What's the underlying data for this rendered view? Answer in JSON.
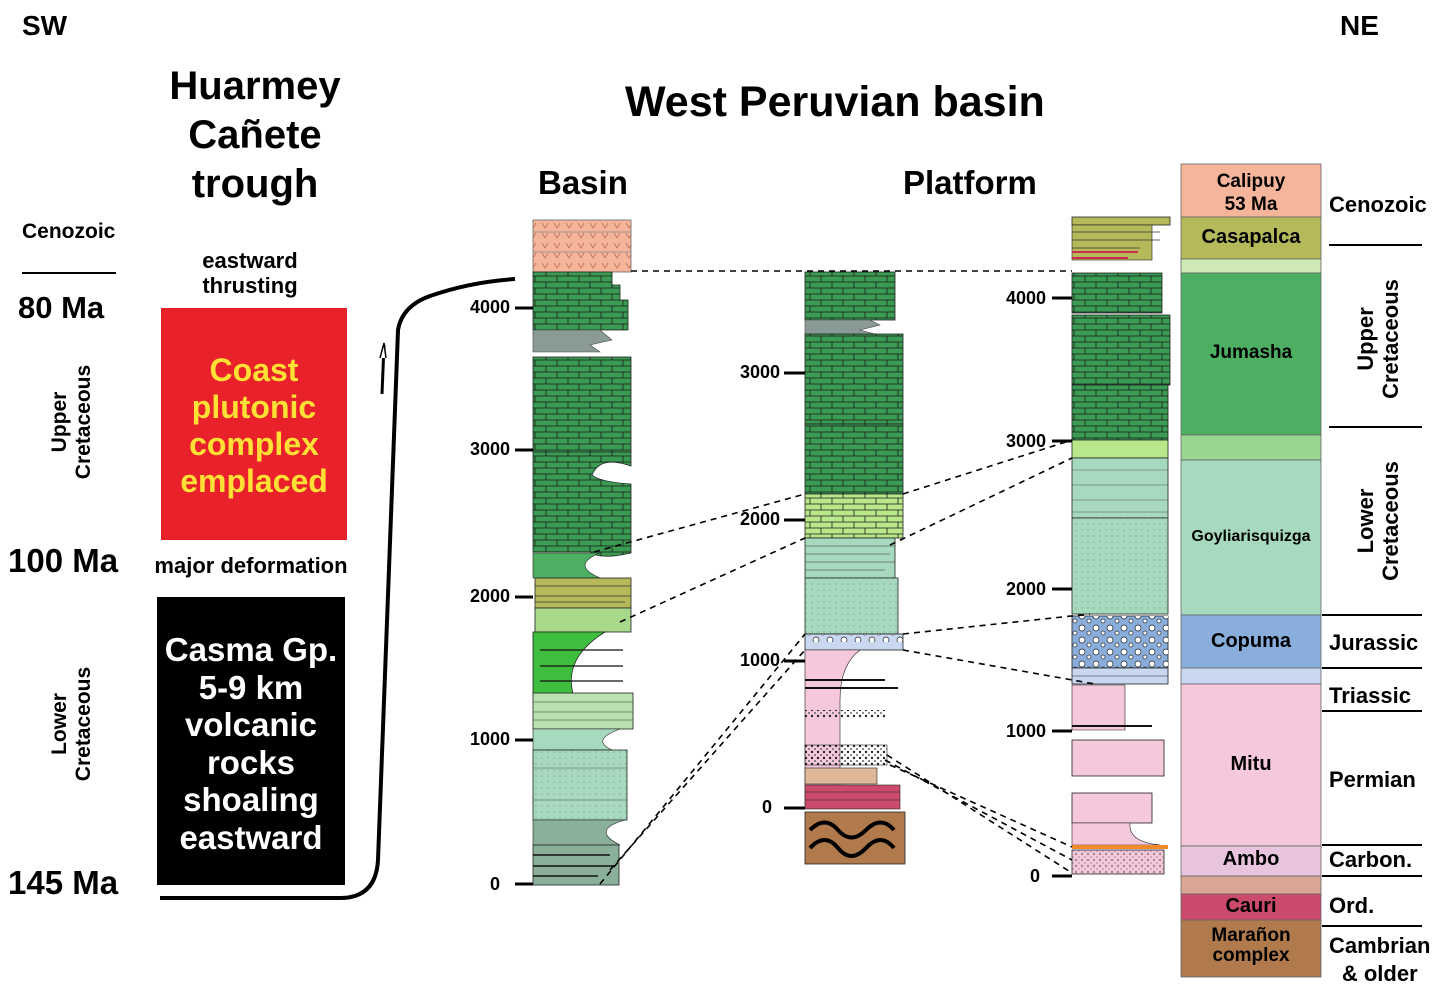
{
  "orientation": {
    "left": "SW",
    "right": "NE"
  },
  "trough": {
    "title": [
      "Huarmey",
      "Cañete",
      "trough"
    ],
    "ages": {
      "cenozoic": "Cenozoic",
      "a80": "80 Ma",
      "a100": "100 Ma",
      "a145": "145 Ma"
    },
    "eras": {
      "upper": [
        "Upper",
        "Cretaceous"
      ],
      "lower": [
        "Lower",
        "Cretaceous"
      ]
    },
    "events": {
      "thrusting": [
        "eastward",
        "thrusting"
      ],
      "deformation": "major deformation"
    },
    "red_box": {
      "lines": [
        "Coast",
        "plutonic",
        "complex",
        "emplaced"
      ],
      "color": "#e8212a",
      "text_color": "#ffe135"
    },
    "black_box": {
      "lines": [
        "Casma Gp.",
        "5-9 km",
        "volcanic",
        "rocks",
        "shoaling",
        "eastward"
      ],
      "color": "#000000"
    }
  },
  "basin": {
    "title": "West Peruvian basin",
    "columns": {
      "basin": "Basin",
      "platform": "Platform"
    },
    "basin_ticks": [
      "4000",
      "3000",
      "2000",
      "1000",
      "0"
    ],
    "platform_ticks": [
      "3000",
      "2000",
      "1000",
      "0"
    ],
    "ne_ticks": [
      "4000",
      "3000",
      "2000",
      "1000",
      "0"
    ]
  },
  "legend": {
    "units": [
      {
        "name": "Calipuy",
        "sub": "53 Ma",
        "color": "#f5b59b"
      },
      {
        "name": "Casapalca",
        "color": "#b5b95a"
      },
      {
        "name": "Jumasha",
        "color": "#4daf62"
      },
      {
        "name": "Goyliarisquizga",
        "color": "#a6d9bd"
      },
      {
        "name": "Copuma",
        "color": "#8aaedb"
      },
      {
        "name": "Mitu",
        "color": "#f5c8dc"
      },
      {
        "name": "Ambo",
        "color": "#e8c4de"
      },
      {
        "name": "Cauri",
        "color": "#cc4a6b"
      },
      {
        "name": "Marañon",
        "sub": "complex",
        "color": "#b07a4c"
      }
    ],
    "periods": {
      "cenozoic": "Cenozoic",
      "upper": [
        "Upper",
        "Cretaceous"
      ],
      "lower": [
        "Lower",
        "Cretaceous"
      ],
      "jurassic": "Jurassic",
      "triassic": "Triassic",
      "permian": "Permian",
      "carbon": "Carbon.",
      "ord": "Ord.",
      "cambrian": [
        "Cambrian",
        "& older"
      ]
    }
  }
}
